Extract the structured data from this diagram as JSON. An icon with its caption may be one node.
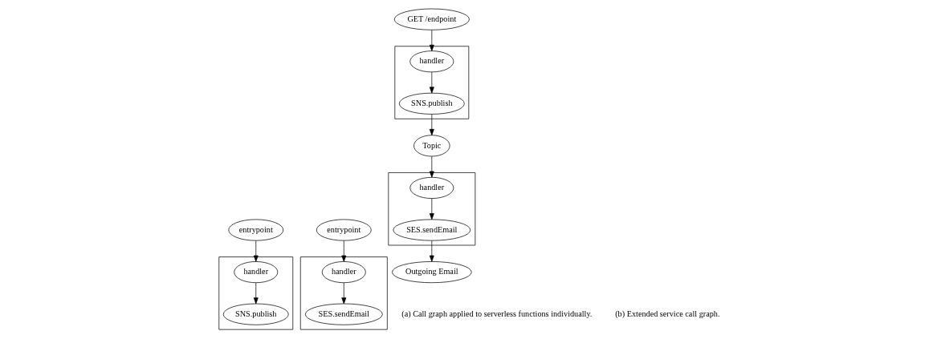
{
  "diagram": {
    "nodes": [
      {
        "text": [
          "entrypoint"
        ]
      },
      {
        "text": [],
        "shape": "box"
      },
      {
        "text": [
          "handler"
        ],
        "in": 1
      },
      {
        "text": [
          "SNS.publish"
        ],
        "in": 1
      },
      {
        "text": [
          "entrypoint"
        ]
      },
      {
        "text": [],
        "shape": "box"
      },
      {
        "text": [
          "handler"
        ],
        "in": 5
      },
      {
        "text": [
          "SES.sendEmail"
        ],
        "in": 5
      },
      {
        "text": [
          "GET /endpoint"
        ]
      },
      {
        "text": [],
        "shape": "box"
      },
      {
        "text": [
          "handler"
        ],
        "in": 9
      },
      {
        "text": [
          "SNS.publish"
        ],
        "in": 9
      },
      {
        "text": [
          "Topic"
        ]
      },
      {
        "text": [
          "Outgoing Email"
        ]
      },
      {
        "text": [],
        "shape": "box"
      },
      {
        "text": [
          "SES.sendEmail"
        ],
        "in": 14
      },
      {
        "text": [
          "handler"
        ],
        "in": 14
      }
    ],
    "edges": [
      {
        "from": 0,
        "to": 2,
        "arrow": "to"
      },
      {
        "from": 2,
        "to": 3,
        "arrow": "to"
      },
      {
        "from": 4,
        "to": 6,
        "arrow": "to"
      },
      {
        "from": 6,
        "to": 7,
        "arrow": "to"
      },
      {
        "from": 8,
        "to": 10,
        "arrow": "to"
      },
      {
        "from": 10,
        "to": 11,
        "arrow": "to"
      },
      {
        "from": 11,
        "to": 12,
        "arrow": "to"
      },
      {
        "from": 12,
        "to": 16,
        "arrow": "to"
      },
      {
        "from": 16,
        "to": 15,
        "arrow": "to"
      },
      {
        "from": 15,
        "to": 13,
        "arrow": "to"
      }
    ],
    "labels": [
      "(a) Call graph applied to serverless functions individually.",
      "(b) Extended service call graph."
    ]
  }
}
